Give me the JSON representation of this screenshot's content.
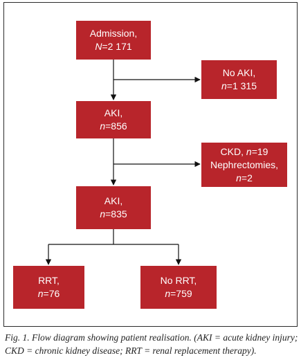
{
  "boxes": {
    "admission": {
      "line1": "Admission,",
      "line2_var": "N",
      "line2_val": "=2 171"
    },
    "no_aki": {
      "line1": "No AKI,",
      "line2_var": "n",
      "line2_val": "=1 315"
    },
    "aki_1": {
      "line1": "AKI,",
      "line2_var": "n",
      "line2_val": "=856"
    },
    "ckd": {
      "line1_text": "CKD, ",
      "line1_var": "n",
      "line1_val": "=19",
      "line2": "Nephrectomies,",
      "line3_var": "n",
      "line3_val": "=2"
    },
    "aki_2": {
      "line1": "AKI,",
      "line2_var": "n",
      "line2_val": "=835"
    },
    "rrt": {
      "line1": "RRT,",
      "line2_var": "n",
      "line2_val": "=76"
    },
    "no_rrt": {
      "line1": "No RRT,",
      "line2_var": "n",
      "line2_val": "=759"
    }
  },
  "colors": {
    "box_fill": "#b8252b",
    "box_text": "#ffffff",
    "line": "#111111",
    "frame": "#2a2a2a"
  },
  "caption": "Fig. 1. Flow diagram showing patient realisation. (AKI = acute kidney injury; CKD = chronic kidney disease; RRT = renal replacement therapy)."
}
